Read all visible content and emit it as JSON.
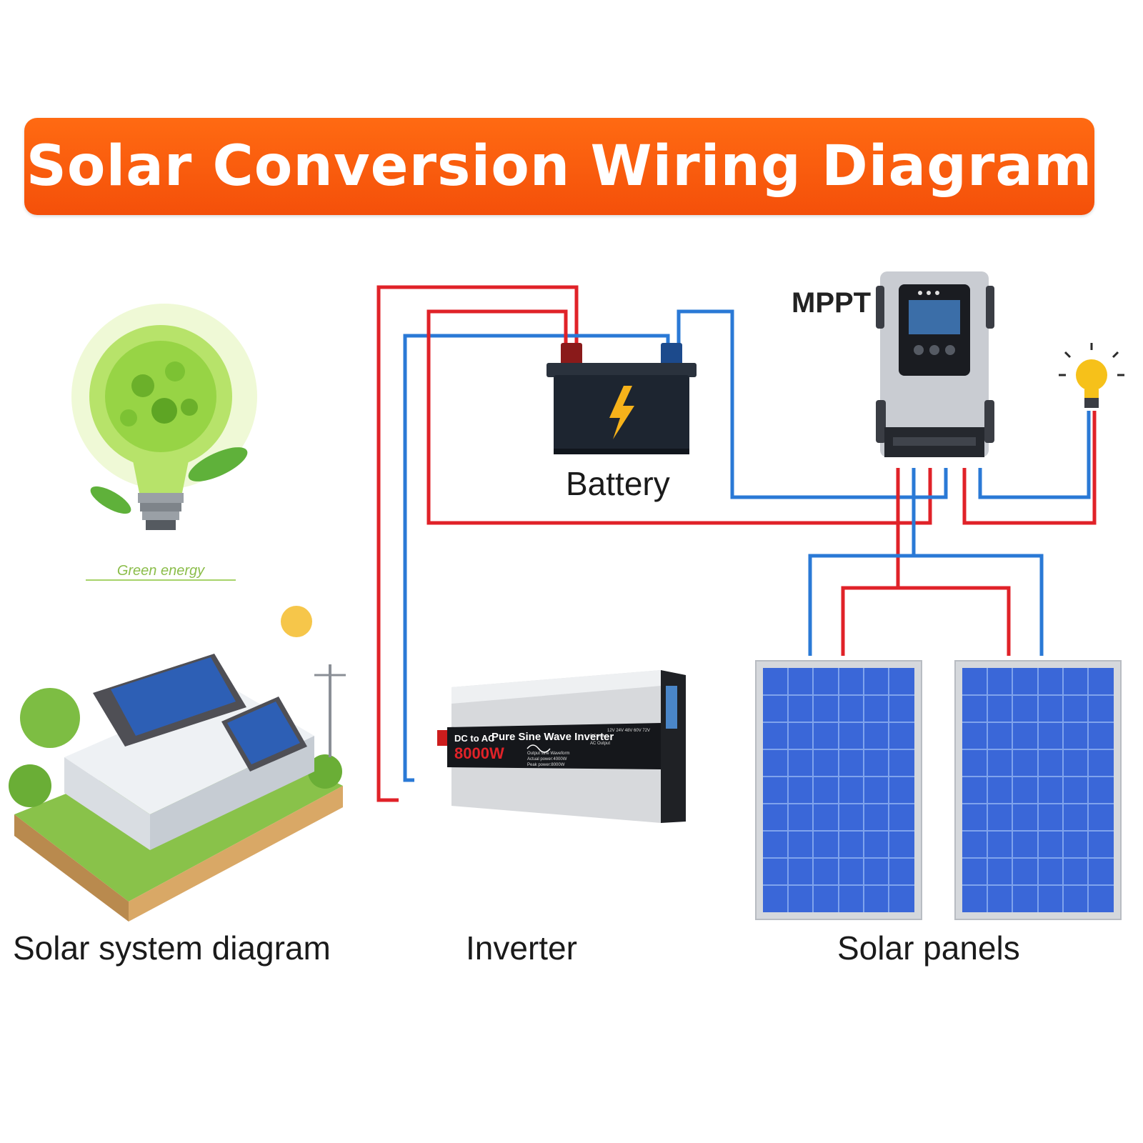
{
  "title": "Solar Conversion Wiring Diagram",
  "labels": {
    "mppt": "MPPT",
    "battery": "Battery",
    "solar_system": "Solar system diagram",
    "inverter": "Inverter",
    "solar_panels": "Solar panels",
    "green_energy": "Green energy"
  },
  "inverter_face": {
    "dc_to_ac": "DC to AC",
    "model": "Pure Sine Wave Inverter",
    "power": "8000W",
    "dc_input": "DC Input",
    "ac_output": "AC Output",
    "voltages": "12V 24V 48V 60V 72V",
    "output_waveform": "Output sine Waveform",
    "actual_power": "Actual power:4000W",
    "peak_power": "Peak power:8000W"
  },
  "colors": {
    "banner": "#f4500a",
    "positive_wire": "#e02228",
    "negative_wire": "#2a79d6",
    "panel_blue": "#3a67d8",
    "battery_body": "#1d2530",
    "bolt": "#f6b21a"
  }
}
